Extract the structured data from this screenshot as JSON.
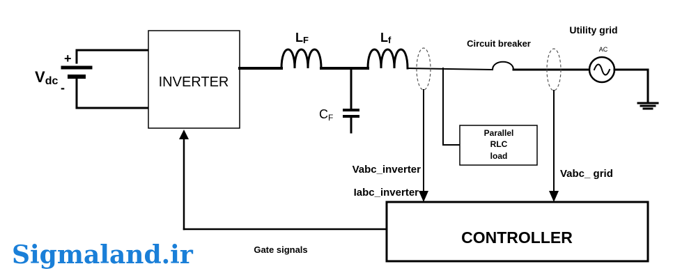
{
  "labels": {
    "vdc_main": "V",
    "vdc_sub": "dc",
    "plus": "+",
    "minus": "-",
    "inverter": "INVERTER",
    "lf_main": "L",
    "lf_sub": "F",
    "lf2_main": "L",
    "lf2_sub": "f",
    "cf_main": "C",
    "cf_sub": "F",
    "circuit_breaker": "Circuit breaker",
    "utility_grid": "Utility  grid",
    "ac": "AC",
    "load_line1": "Parallel",
    "load_line2": "RLC",
    "load_line3": "load",
    "vabc_inverter": "Vabc_inverter",
    "iabc_inverter": "Iabc_inverter",
    "vabc_grid": "Vabc_ grid",
    "controller": "CONTROLLER",
    "gate_signals": "Gate signals"
  },
  "watermark": "Sigmaland.ir",
  "colors": {
    "line": "#000000",
    "watermark": "#1a7fd8",
    "sensor": "#555555"
  }
}
